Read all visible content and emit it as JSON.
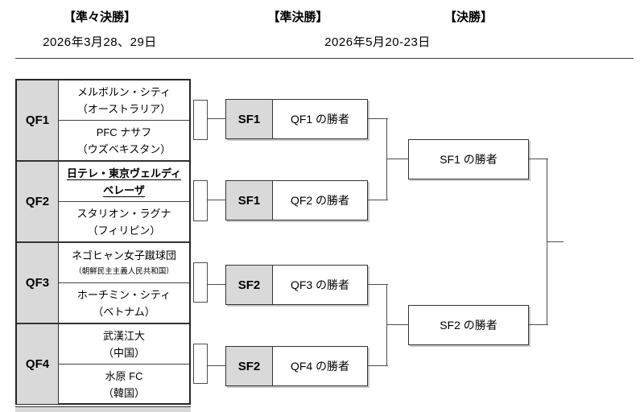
{
  "header": {
    "stages": [
      {
        "label": "【準々決勝】"
      },
      {
        "label": "【準決勝】"
      },
      {
        "label": "【決勝】"
      }
    ],
    "dates": [
      "2026年3月28、29日",
      "2026年5月20-23日"
    ]
  },
  "quarterfinals": [
    {
      "id": "QF1",
      "teams": [
        {
          "name": "メルボルン・シティ",
          "country": "（オーストラリア）"
        },
        {
          "name": "PFC ナサフ",
          "country": "（ウズベキスタン）"
        }
      ]
    },
    {
      "id": "QF2",
      "teams": [
        {
          "name": "日テレ・東京ヴェルディ",
          "name_line2": "ベレーザ",
          "emphasis": true
        },
        {
          "name": "スタリオン・ラグナ",
          "country": "（フィリピン）"
        }
      ]
    },
    {
      "id": "QF3",
      "teams": [
        {
          "name": "ネゴヒャン女子蹴球団",
          "country": "（朝鮮民主主義人民共和国）",
          "country_small": true
        },
        {
          "name": "ホーチミン・シティ",
          "country": "（ベトナム）"
        }
      ]
    },
    {
      "id": "QF4",
      "teams": [
        {
          "name": "武漢江大",
          "country": "（中国）"
        },
        {
          "name": "水原 FC",
          "country": "（韓国）"
        }
      ]
    }
  ],
  "semifinals": [
    {
      "label": "SF1",
      "text": "QF1 の勝者"
    },
    {
      "label": "SF1",
      "text": "QF2 の勝者"
    },
    {
      "label": "SF2",
      "text": "QF3 の勝者"
    },
    {
      "label": "SF2",
      "text": "QF4 の勝者"
    }
  ],
  "final": {
    "slots": [
      "SF1 の勝者",
      "SF2 の勝者"
    ]
  },
  "colors": {
    "label_bg": "#d9d9d9",
    "line": "#4d4d4d",
    "border": "#333333"
  }
}
